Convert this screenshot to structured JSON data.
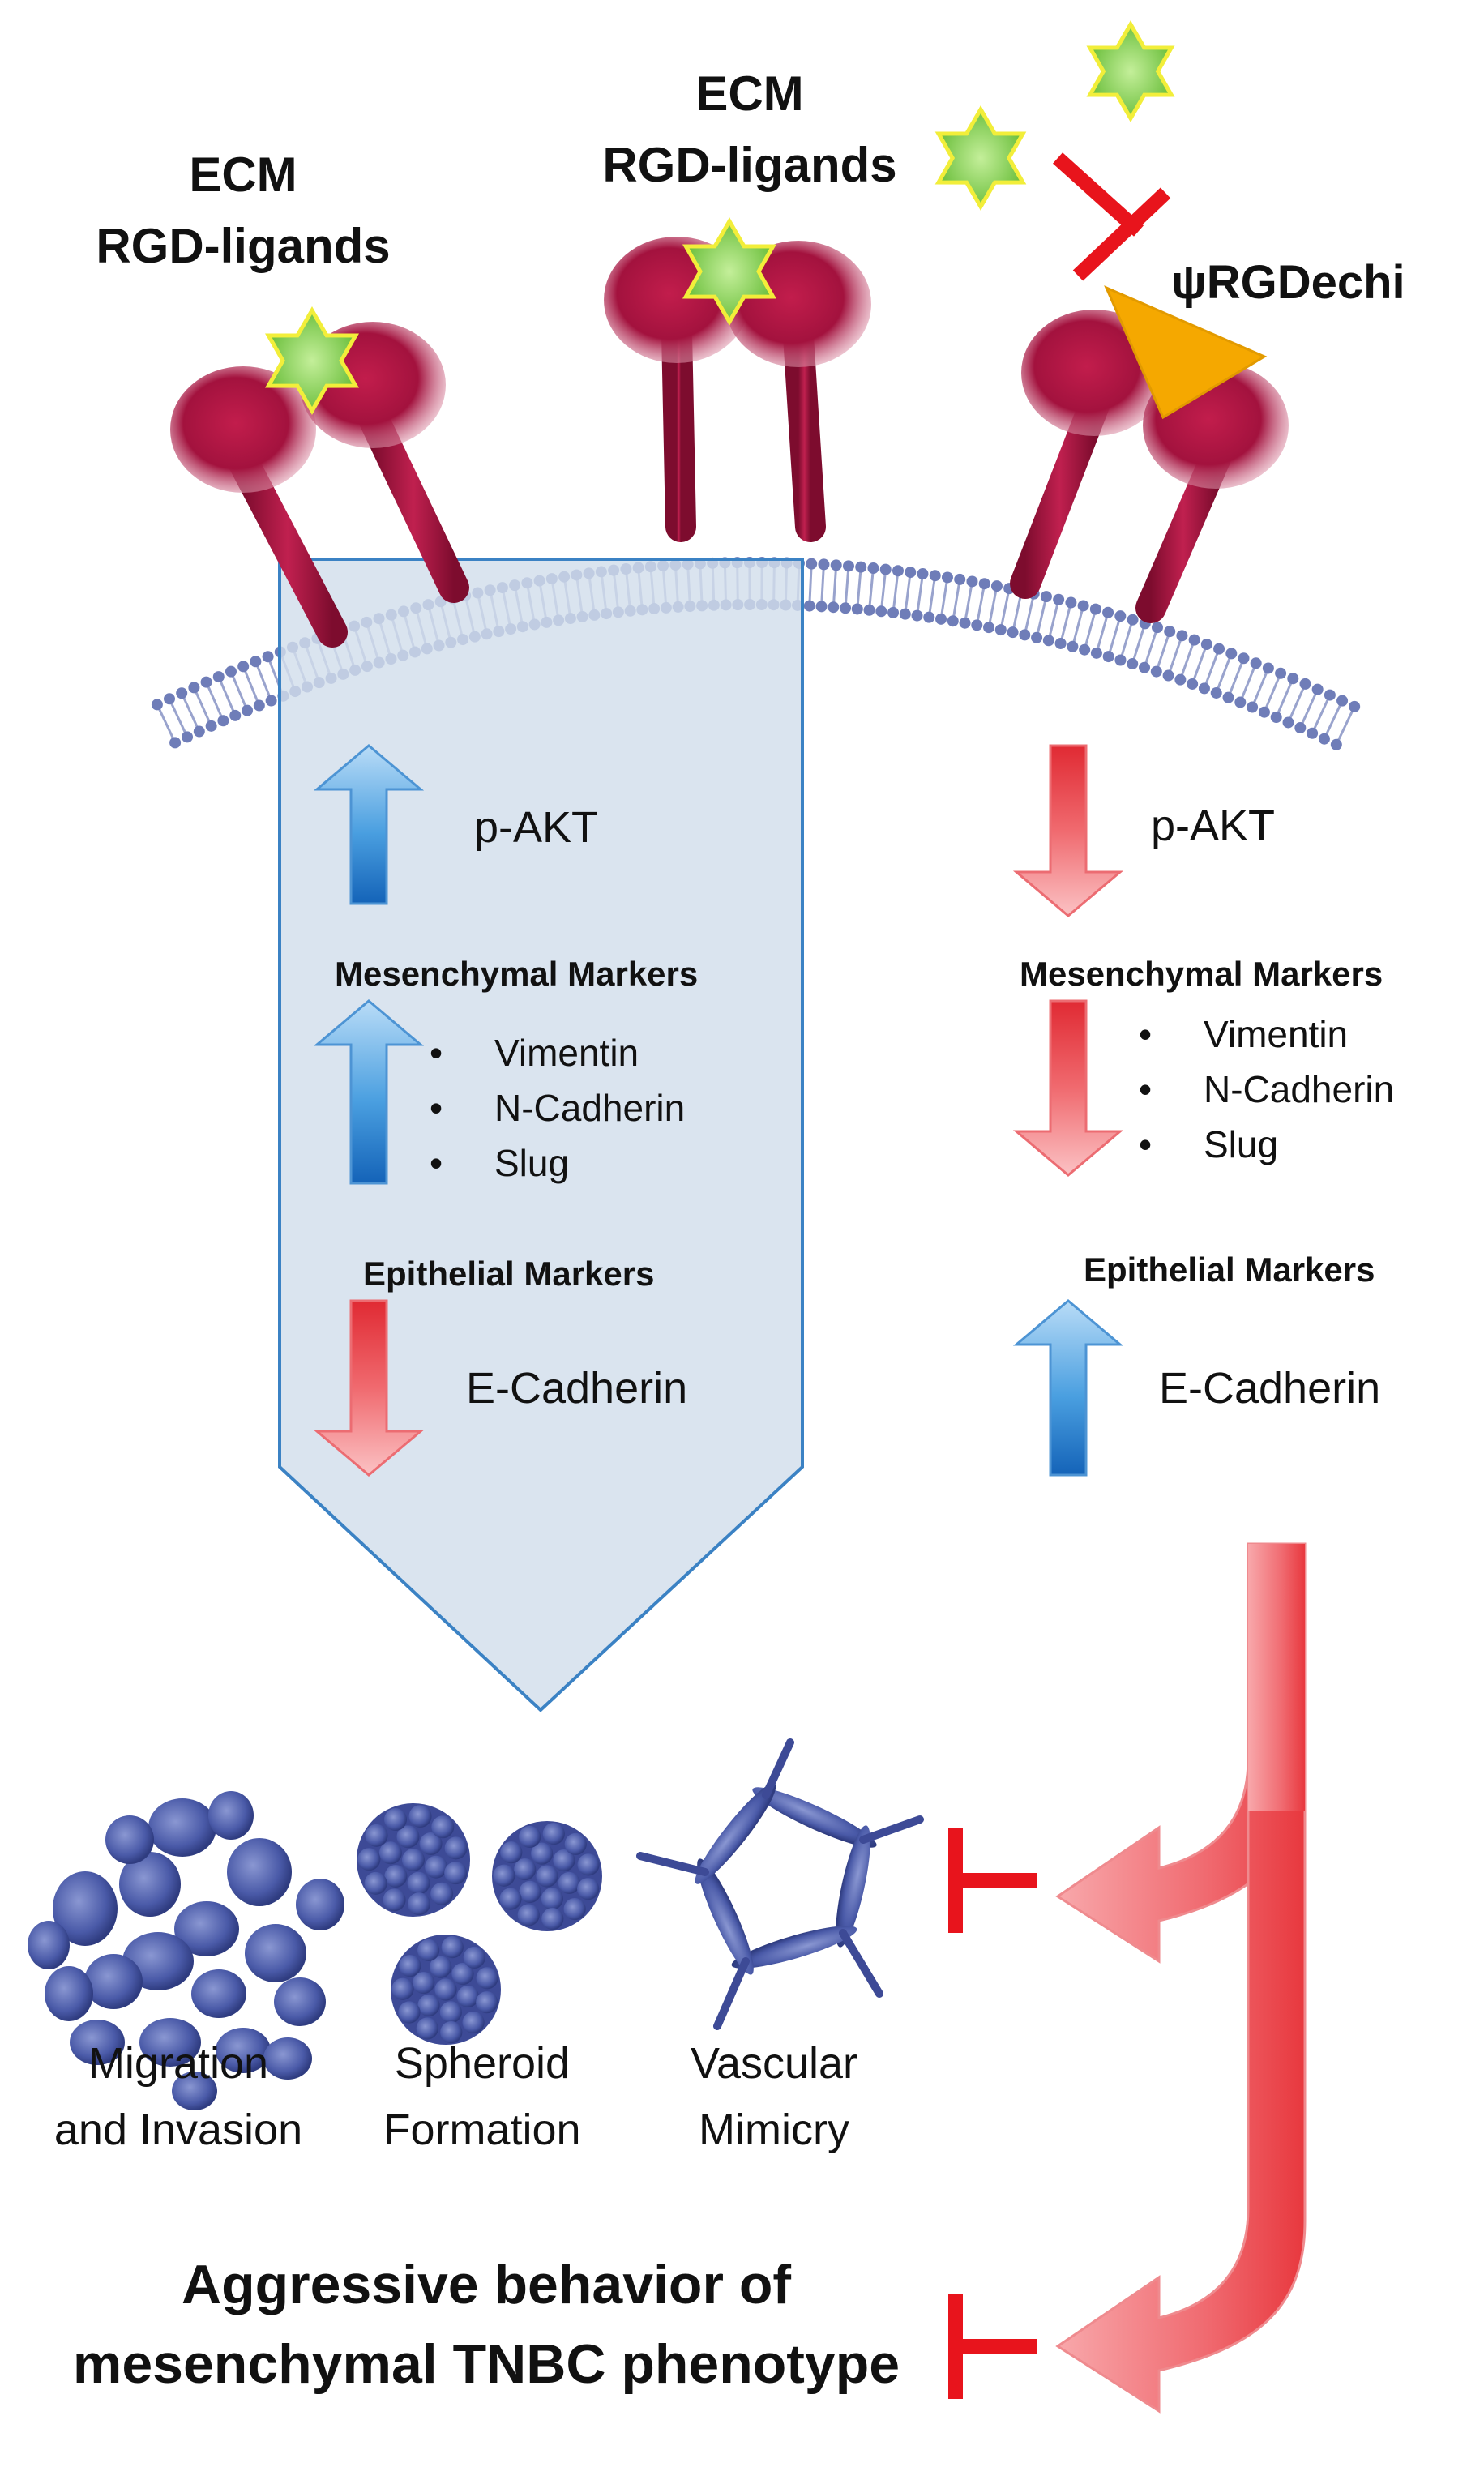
{
  "ligand_label_left": {
    "line1": "ECM",
    "line2": "RGD-ligands"
  },
  "ligand_label_center": {
    "line1": "ECM",
    "line2": "RGD-ligands"
  },
  "inhibitor_label": "ψRGDechi",
  "untreated_pathway": {
    "pakt": {
      "label": "p-AKT",
      "direction": "up"
    },
    "mesenchymal": {
      "heading": "Mesenchymal Markers",
      "direction": "up",
      "items": [
        "Vimentin",
        "N-Cadherin",
        "Slug"
      ]
    },
    "epithelial": {
      "heading": "Epithelial Markers",
      "direction": "down",
      "item": "E-Cadherin"
    }
  },
  "treated_pathway": {
    "pakt": {
      "label": "p-AKT",
      "direction": "down"
    },
    "mesenchymal": {
      "heading": "Mesenchymal Markers",
      "direction": "down",
      "items": [
        "Vimentin",
        "N-Cadherin",
        "Slug"
      ]
    },
    "epithelial": {
      "heading": "Epithelial Markers",
      "direction": "up",
      "item": "E-Cadherin"
    }
  },
  "outcomes": [
    {
      "line1": "Migration",
      "line2": "and Invasion"
    },
    {
      "line1": "Spheroid",
      "line2": "Formation"
    },
    {
      "line1": "Vascular",
      "line2": "Mimicry"
    }
  ],
  "phenotype_label": {
    "line1": "Aggressive behavior of",
    "line2": "mesenchymal TNBC phenotype"
  },
  "colors": {
    "up_arrow": "#1f77c8",
    "down_arrow": "#e8383e",
    "receptor": "#a3123e",
    "ligand": "#7bd24a",
    "inhibitor": "#f5a800",
    "inhibition_bar": "#e8141c",
    "cells": "#4a5aa8",
    "panel_fill": "#d2deeb",
    "panel_stroke": "#3b82c4",
    "membrane": "#6f7db8"
  },
  "icons": [
    "up-arrow-icon",
    "down-arrow-icon",
    "star-ligand-icon",
    "triangle-inhibitor-icon",
    "inhibition-bar-icon",
    "receptor-icon",
    "membrane-icon"
  ]
}
